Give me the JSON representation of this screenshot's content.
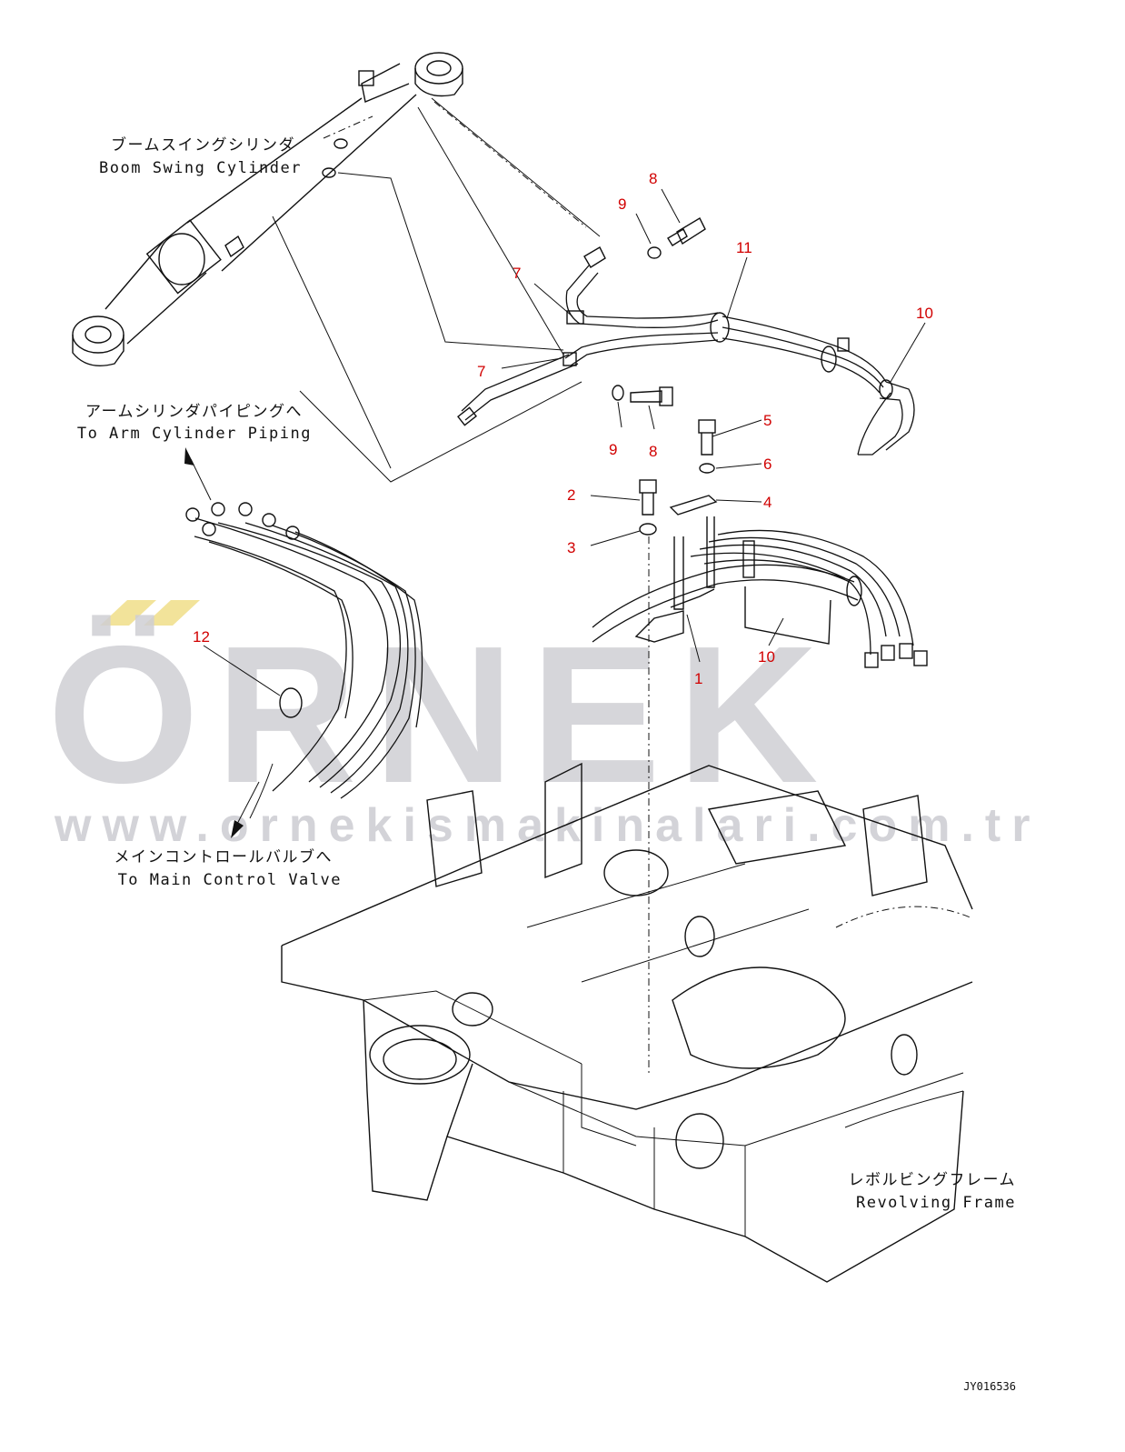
{
  "labels": {
    "boom_swing_jp": "ブームスイングシリンダ",
    "boom_swing_en": "Boom Swing Cylinder",
    "arm_piping_jp": "アームシリンダパイピングへ",
    "arm_piping_en": "To Arm Cylinder Piping",
    "main_valve_jp": "メインコントロールバルブへ",
    "main_valve_en": "To Main Control Valve",
    "frame_jp": "レボルビングフレーム",
    "frame_en": "Revolving Frame"
  },
  "callouts": {
    "c1": "1",
    "c2": "2",
    "c3": "3",
    "c4": "4",
    "c5": "5",
    "c6": "6",
    "c7a": "7",
    "c7b": "7",
    "c8a": "8",
    "c8b": "8",
    "c9a": "9",
    "c9b": "9",
    "c10a": "10",
    "c10b": "10",
    "c11": "11",
    "c12": "12"
  },
  "drawing_code": "JY016536",
  "watermark": {
    "brand": "ÖRNEK",
    "url": "www.ornekismakinalari.com.tr",
    "accent_color": "#f2e39a"
  },
  "colors": {
    "line": "#111111",
    "callout": "#d10000",
    "watermark": "#cfcfd4"
  }
}
